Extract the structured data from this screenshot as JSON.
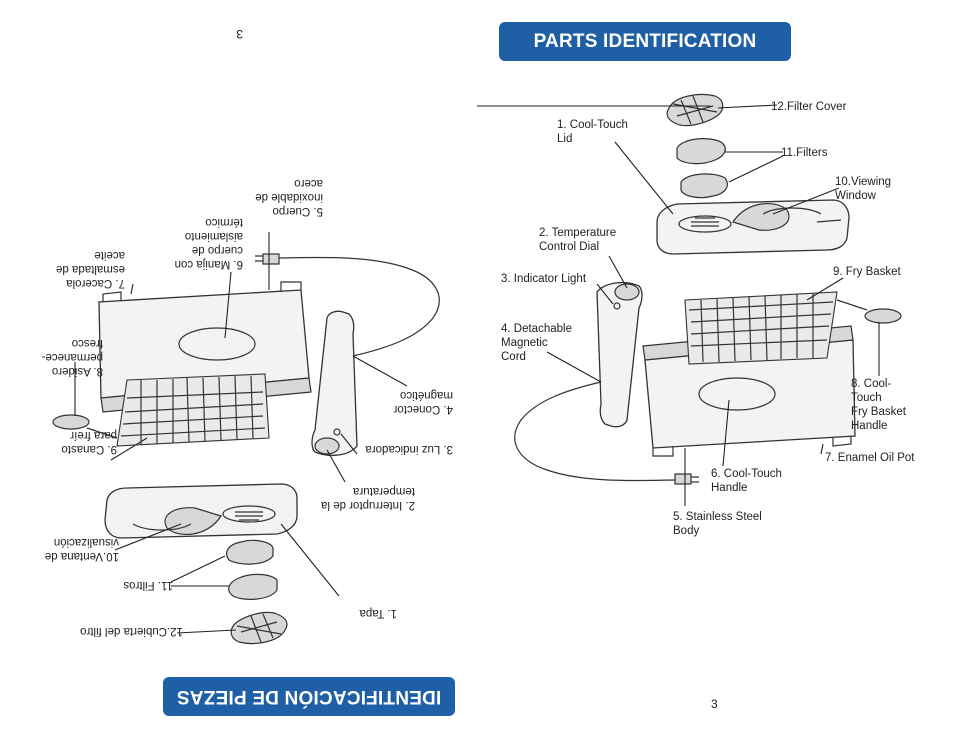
{
  "right_page": {
    "title": "PARTS IDENTIFICATION",
    "page_number": "3",
    "labels": {
      "lid": "1.  Cool-Touch\n     Lid",
      "temp_dial": "2.  Temperature\n     Control Dial",
      "indicator": "3.  Indicator Light",
      "cord": "4.  Detachable\n     Magnetic\n     Cord",
      "body": "5.  Stainless Steel\n     Body",
      "handle": "6.  Cool-Touch\n     Handle",
      "oil_pot": "7.  Enamel Oil Pot",
      "basket_handle": "8.  Cool-\n     Touch\n     Fry Basket\n     Handle",
      "basket": "9.  Fry Basket",
      "window": "10.Viewing\n     Window",
      "filters": "11.Filters",
      "filter_cover": "12.Filter Cover"
    }
  },
  "left_page": {
    "title": "IDENTIFICACIÓN DE PIEZAS",
    "page_number": "3",
    "labels": {
      "lid": "1.  Tapa",
      "temp_dial": "2.  Interruptor de la\n     temperatura",
      "indicator": "3.  Luz indicadora",
      "cord": "4.  Conector\n     magnético",
      "body": "5.  Cuerpo\n     inoxidable de\n     acero",
      "handle": "6.  Manija con\n     cuerpo de\n     aislamiento\n     térmico",
      "oil_pot": "7.  Cacerola\n     esmaltada de\n     aceite",
      "basket_handle": "8.  Asidero\n     permanece-\n     fresco",
      "basket": "9.  Canasto\n     para freír",
      "window": "10.Ventana de\n     visualización",
      "filters": "11. Filtros",
      "filter_cover": "12.Cubierta del filtro"
    }
  }
}
